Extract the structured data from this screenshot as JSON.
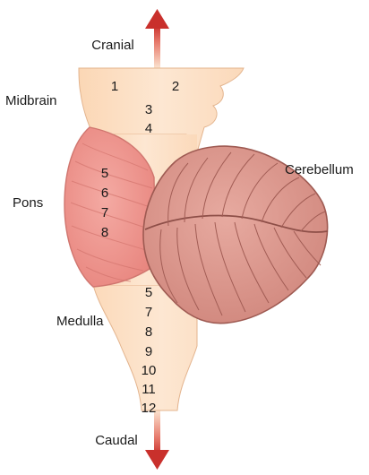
{
  "labels": {
    "cranial": "Cranial",
    "caudal": "Caudal",
    "midbrain": "Midbrain",
    "pons": "Pons",
    "medulla": "Medulla",
    "cerebellum": "Cerebellum"
  },
  "nerve_numbers": {
    "midbrain_left": "1",
    "midbrain_right": "2",
    "midbrain": [
      "3",
      "4"
    ],
    "pons": [
      "5",
      "6",
      "7",
      "8"
    ],
    "medulla": [
      "5",
      "7",
      "8",
      "9",
      "10",
      "11",
      "12"
    ]
  },
  "colors": {
    "brainstem": "#fde0c4",
    "pons": "#ef9a94",
    "cerebellum": "#d99289",
    "arrow": "#d9534f"
  }
}
